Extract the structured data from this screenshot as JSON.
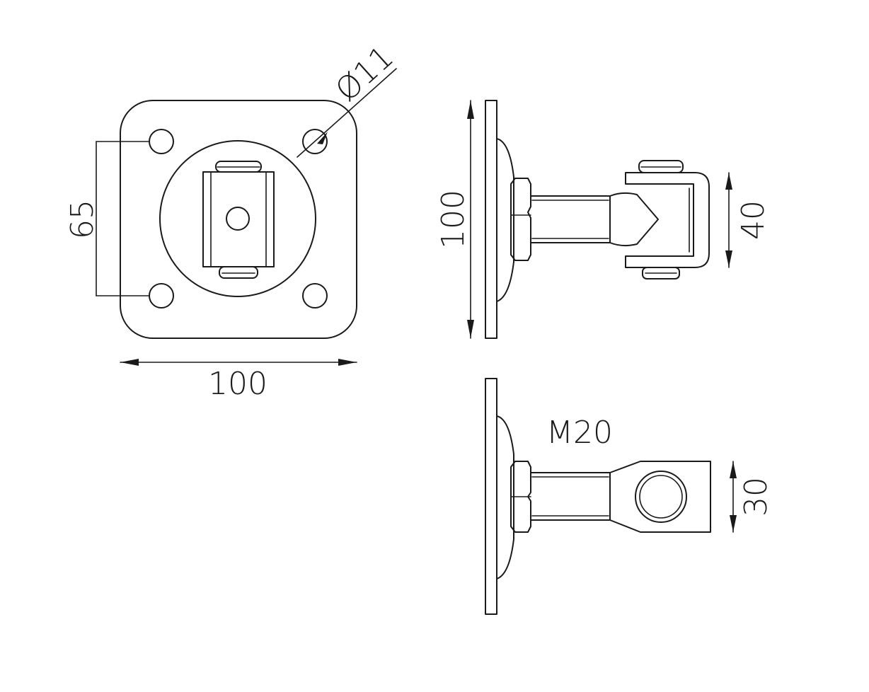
{
  "drawing": {
    "front_view": {
      "width_dim": "100",
      "hole_spacing_dim": "65",
      "hole_diameter_dim": "Ø11"
    },
    "side_view": {
      "height_dim": "100",
      "eye_height_dim": "40"
    },
    "top_view": {
      "thread_label": "M20",
      "eye_width_dim": "30"
    }
  }
}
